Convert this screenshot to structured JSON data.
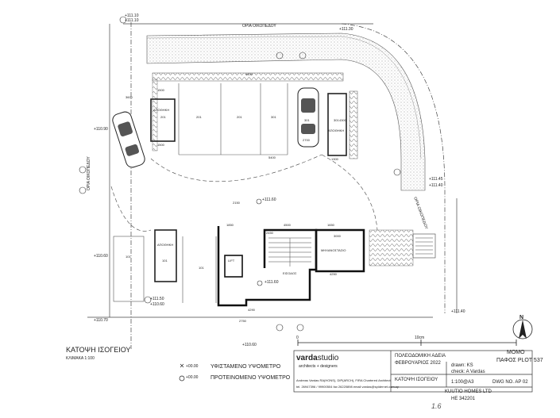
{
  "levels": {
    "top_left_a": "+111.10",
    "top_left_b": "+111.10",
    "top_right": "+111.30",
    "left_mid": "+110.90",
    "left_low": "+110.60",
    "bottom_left": "+110.70",
    "center": "+111.60",
    "lobby": "+111.60",
    "stair_a": "+111.50",
    "stair_b": "+110.60",
    "right_a": "+111.45",
    "right_b": "+111.40",
    "right_low": "+111.40",
    "bottom_center": "+110.60"
  },
  "labels": {
    "boundary_top": "ΟΡΙΑ ΟΙΚΟΠΕΔΟΥ",
    "boundary_left": "ΟΡΙΑ ΟΙΚΟΠΕΔΟΥ",
    "boundary_right": "ΟΡΙΑ ΟΙΚΟΠΕΔΟΥ",
    "storage_a": "ΑΠΟΘΗΚΗ",
    "storage_b": "ΑΠΟΘΗΚΗ",
    "storage_c": "ΑΠΟΘΗΚΗ",
    "mech_room": "ΜΗΧΑΝΟΣΤΑΣΙΟ",
    "entrance": "ΕΙΣΟΔΟΣ",
    "lift": "LIFT",
    "p201a": "201",
    "p201b": "201",
    "p201c": "201",
    "p301a": "301",
    "p301b": "301",
    "p301c": "301",
    "p101a": "101",
    "p101b": "101",
    "p101c": "101"
  },
  "dims": {
    "d4400": "4400",
    "d3600": "3600",
    "d1500a": "1500",
    "d1500b": "1500",
    "d2700": "2700",
    "d1300": "1300",
    "d4300": "4300",
    "d1850": "1850",
    "d4500": "4500",
    "d1650": "1650",
    "d3000": "3000",
    "d2450": "2450",
    "d4250": "4250",
    "d4290": "4290",
    "d2150": "2150",
    "d2750": "2750",
    "d5400": "5400"
  },
  "north": {
    "letter": "N",
    "label": "ΜΟΜΟ",
    "plot": "ΠΑΦΟΣ PLOT 537"
  },
  "drawing": {
    "title": "ΚΑΤΟΨΗ ΙΣΟΓΕΙΟΥ",
    "scale": "ΚΛΙΜΑΚΑ 1:100",
    "scalebar_0": "0",
    "scalebar_10": "10cm"
  },
  "legend": {
    "existing_level": "+00.00",
    "existing_text": "ΥΦΙΣΤΑΜΕΝΟ ΥΨΟΜΕΤΡΟ",
    "proposed_level": "+00.00",
    "proposed_text": "ΠΡΟΤΕΙΝΟΜΕΝΟ ΥΨΟΜΕΤΡΟ"
  },
  "titleblock": {
    "brand_a": "varda",
    "brand_b": "studio",
    "tagline": "architects + designers",
    "architect": "Andreas Vardas RA(HONS), DIP(ARCH), FIRA Chartered Architect",
    "contact": "tel. 26947396 / 99900504 fax 26220898 email vardas@spidernet.com.cy",
    "permit": "ΠΟΛΕΟΔΟΜΙΚΗ ΑΔΕΙΑ",
    "date": "ΦΕΒΡΟΥΑΡΙΟΣ 2022",
    "drawn": "drawn: KS",
    "check": "check: A Vardas",
    "sheet_name": "ΚΑΤΟΨΗ ΙΣΟΓΕΙΟΥ",
    "scale": "1:100@A3",
    "dwg": "DWG NO. AP 02",
    "client": "KUUTIO HOMES LTD",
    "client_no": "HE 342201",
    "handwritten": "1.6"
  }
}
